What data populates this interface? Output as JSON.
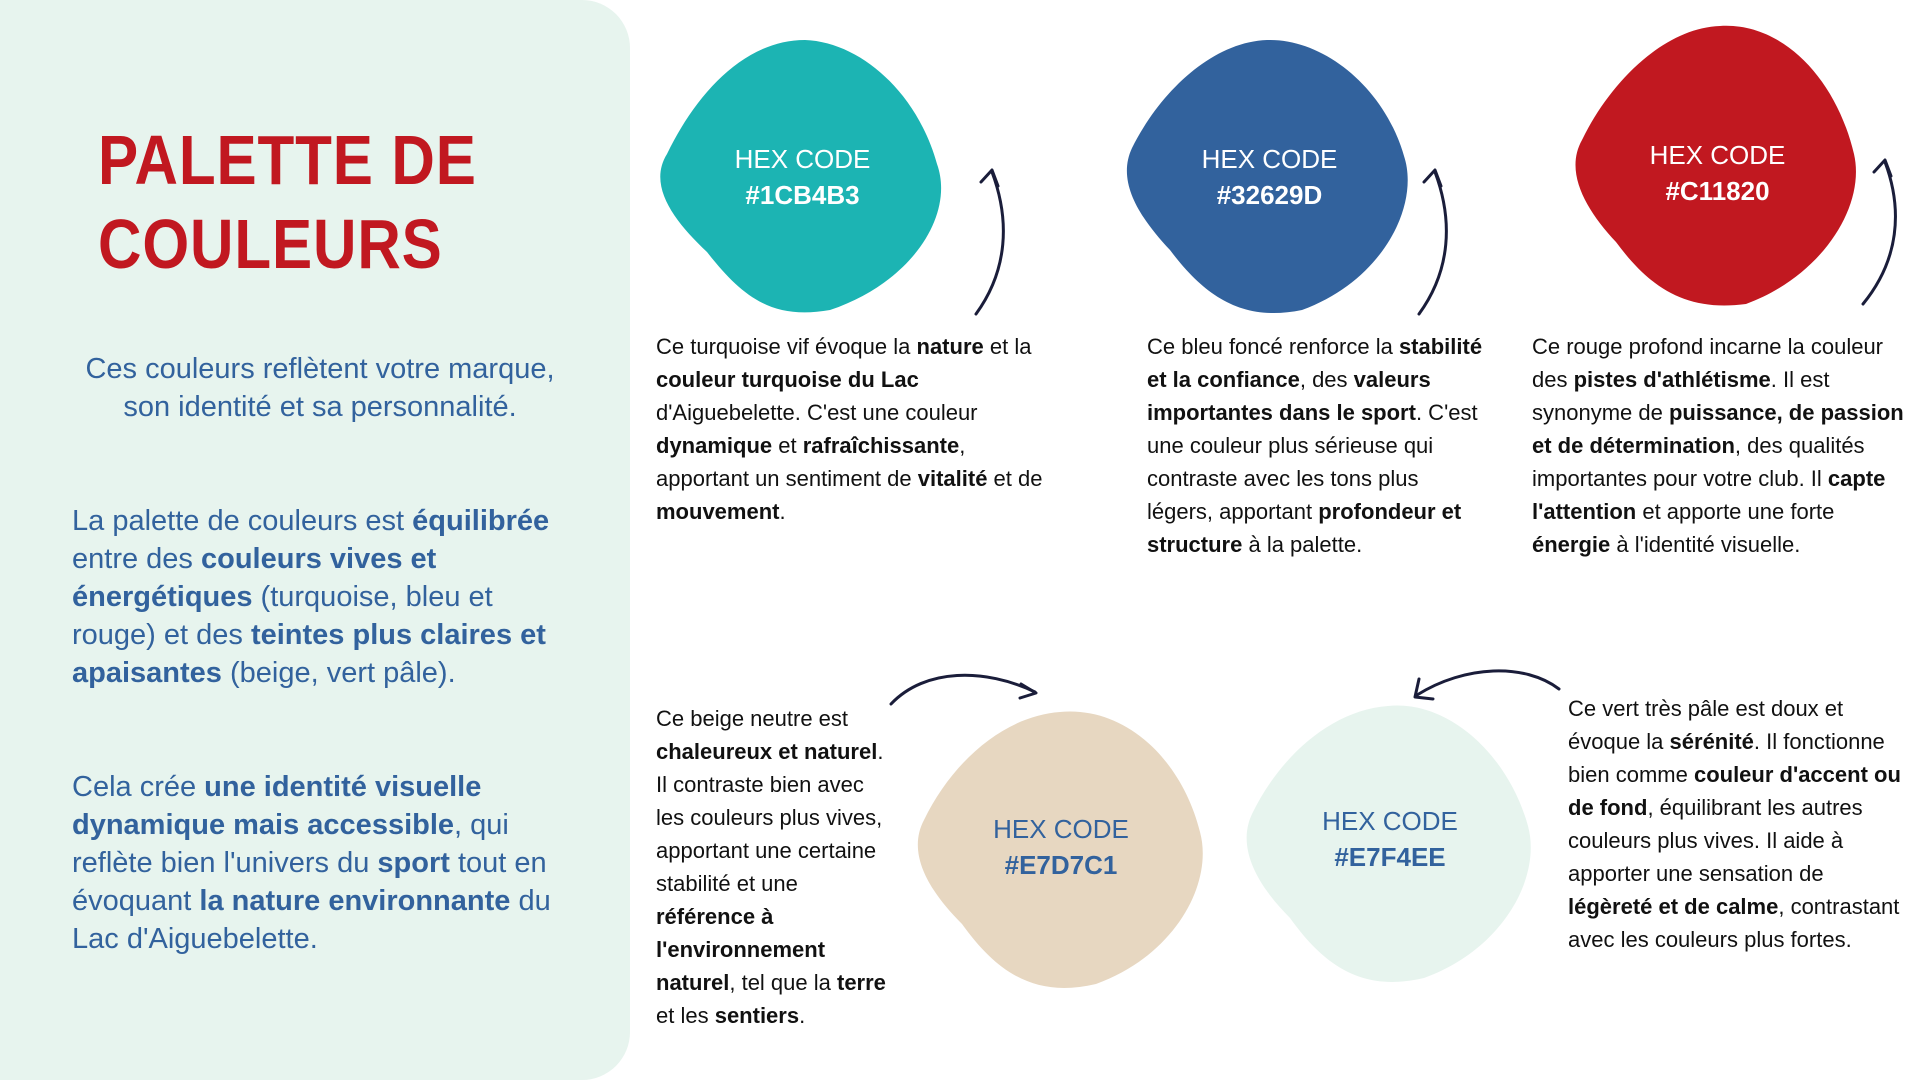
{
  "title": {
    "line1": "PALETTE DE",
    "line2": "COULEURS"
  },
  "sidebar": {
    "intro": "Ces couleurs reflètent votre marque, son identité et sa personnalité.",
    "para1": [
      {
        "t": "La palette de couleurs est ",
        "b": false
      },
      {
        "t": "équilibrée",
        "b": true
      },
      {
        "t": " entre des ",
        "b": false
      },
      {
        "t": "couleurs vives et énergétiques",
        "b": true
      },
      {
        "t": " (turquoise, bleu et rouge) et des ",
        "b": false
      },
      {
        "t": "teintes plus claires et apaisantes",
        "b": true
      },
      {
        "t": " (beige, vert pâle).",
        "b": false
      }
    ],
    "para2": [
      {
        "t": "Cela crée ",
        "b": false
      },
      {
        "t": "une identité visuelle dynamique mais accessible",
        "b": true
      },
      {
        "t": ", qui reflète bien l'univers du ",
        "b": false
      },
      {
        "t": "sport",
        "b": true
      },
      {
        "t": " tout en évoquant ",
        "b": false
      },
      {
        "t": "la nature environnante",
        "b": true
      },
      {
        "t": " du Lac d'Aiguebelette.",
        "b": false
      }
    ]
  },
  "swatches": [
    {
      "label": "HEX CODE",
      "code": "#1CB4B3",
      "color": "#1cb4b3",
      "text_color": "#ffffff",
      "description": [
        {
          "t": "Ce turquoise vif évoque la ",
          "b": false
        },
        {
          "t": "nature",
          "b": true
        },
        {
          "t": " et la ",
          "b": false
        },
        {
          "t": "couleur turquoise du Lac",
          "b": true
        },
        {
          "t": " d'Aiguebelette. C'est une couleur ",
          "b": false
        },
        {
          "t": "dynamique",
          "b": true
        },
        {
          "t": " et ",
          "b": false
        },
        {
          "t": "rafraîchissante",
          "b": true
        },
        {
          "t": ", apportant un sentiment de ",
          "b": false
        },
        {
          "t": "vitalité",
          "b": true
        },
        {
          "t": " et de ",
          "b": false
        },
        {
          "t": "mouvement",
          "b": true
        },
        {
          "t": ".",
          "b": false
        }
      ]
    },
    {
      "label": "HEX CODE",
      "code": "#32629D",
      "color": "#32629d",
      "text_color": "#ffffff",
      "description": [
        {
          "t": "Ce bleu foncé renforce la ",
          "b": false
        },
        {
          "t": "stabilité et la confiance",
          "b": true
        },
        {
          "t": ", des ",
          "b": false
        },
        {
          "t": "valeurs importantes dans le sport",
          "b": true
        },
        {
          "t": ". C'est une couleur plus sérieuse qui contraste avec les tons plus légers, apportant ",
          "b": false
        },
        {
          "t": "profondeur et structure",
          "b": true
        },
        {
          "t": " à la palette.",
          "b": false
        }
      ]
    },
    {
      "label": "HEX CODE",
      "code": "#C11820",
      "color": "#c11820",
      "text_color": "#ffffff",
      "description": [
        {
          "t": "Ce rouge profond incarne la couleur des ",
          "b": false
        },
        {
          "t": "pistes d'athlétisme",
          "b": true
        },
        {
          "t": ". Il est synonyme de ",
          "b": false
        },
        {
          "t": "puissance, de passion et de détermination",
          "b": true
        },
        {
          "t": ", des qualités importantes pour votre club. Il ",
          "b": false
        },
        {
          "t": "capte l'attention",
          "b": true
        },
        {
          "t": " et apporte une forte ",
          "b": false
        },
        {
          "t": "énergie",
          "b": true
        },
        {
          "t": " à l'identité visuelle.",
          "b": false
        }
      ]
    },
    {
      "label": "HEX CODE",
      "code": "#E7D7C1",
      "color": "#e7d7c1",
      "text_color": "#32629d",
      "description": [
        {
          "t": "Ce beige neutre est ",
          "b": false
        },
        {
          "t": "chaleureux et naturel",
          "b": true
        },
        {
          "t": ". Il contraste bien avec les couleurs plus vives, apportant une certaine stabilité et une ",
          "b": false
        },
        {
          "t": "référence à l'environnement naturel",
          "b": true
        },
        {
          "t": ", tel que la ",
          "b": false
        },
        {
          "t": "terre",
          "b": true
        },
        {
          "t": " et les ",
          "b": false
        },
        {
          "t": "sentiers",
          "b": true
        },
        {
          "t": ".",
          "b": false
        }
      ]
    },
    {
      "label": "HEX CODE",
      "code": "#E7F4EE",
      "color": "#e7f4ee",
      "text_color": "#32629d",
      "description": [
        {
          "t": "Ce vert très pâle est doux et évoque la ",
          "b": false
        },
        {
          "t": "sérénité",
          "b": true
        },
        {
          "t": ". Il fonctionne bien comme ",
          "b": false
        },
        {
          "t": "couleur d'accent ou de fond",
          "b": true
        },
        {
          "t": ", équilibrant les autres couleurs plus vives. Il aide à apporter une sensation de ",
          "b": false
        },
        {
          "t": "légèreté et de calme",
          "b": true
        },
        {
          "t": ", contrastant avec les couleurs plus fortes.",
          "b": false
        }
      ]
    }
  ],
  "colors": {
    "sidebar_bg": "#e7f4ee",
    "title": "#c11820",
    "sidebar_text": "#32629d",
    "arrow": "#1a1d3a"
  }
}
